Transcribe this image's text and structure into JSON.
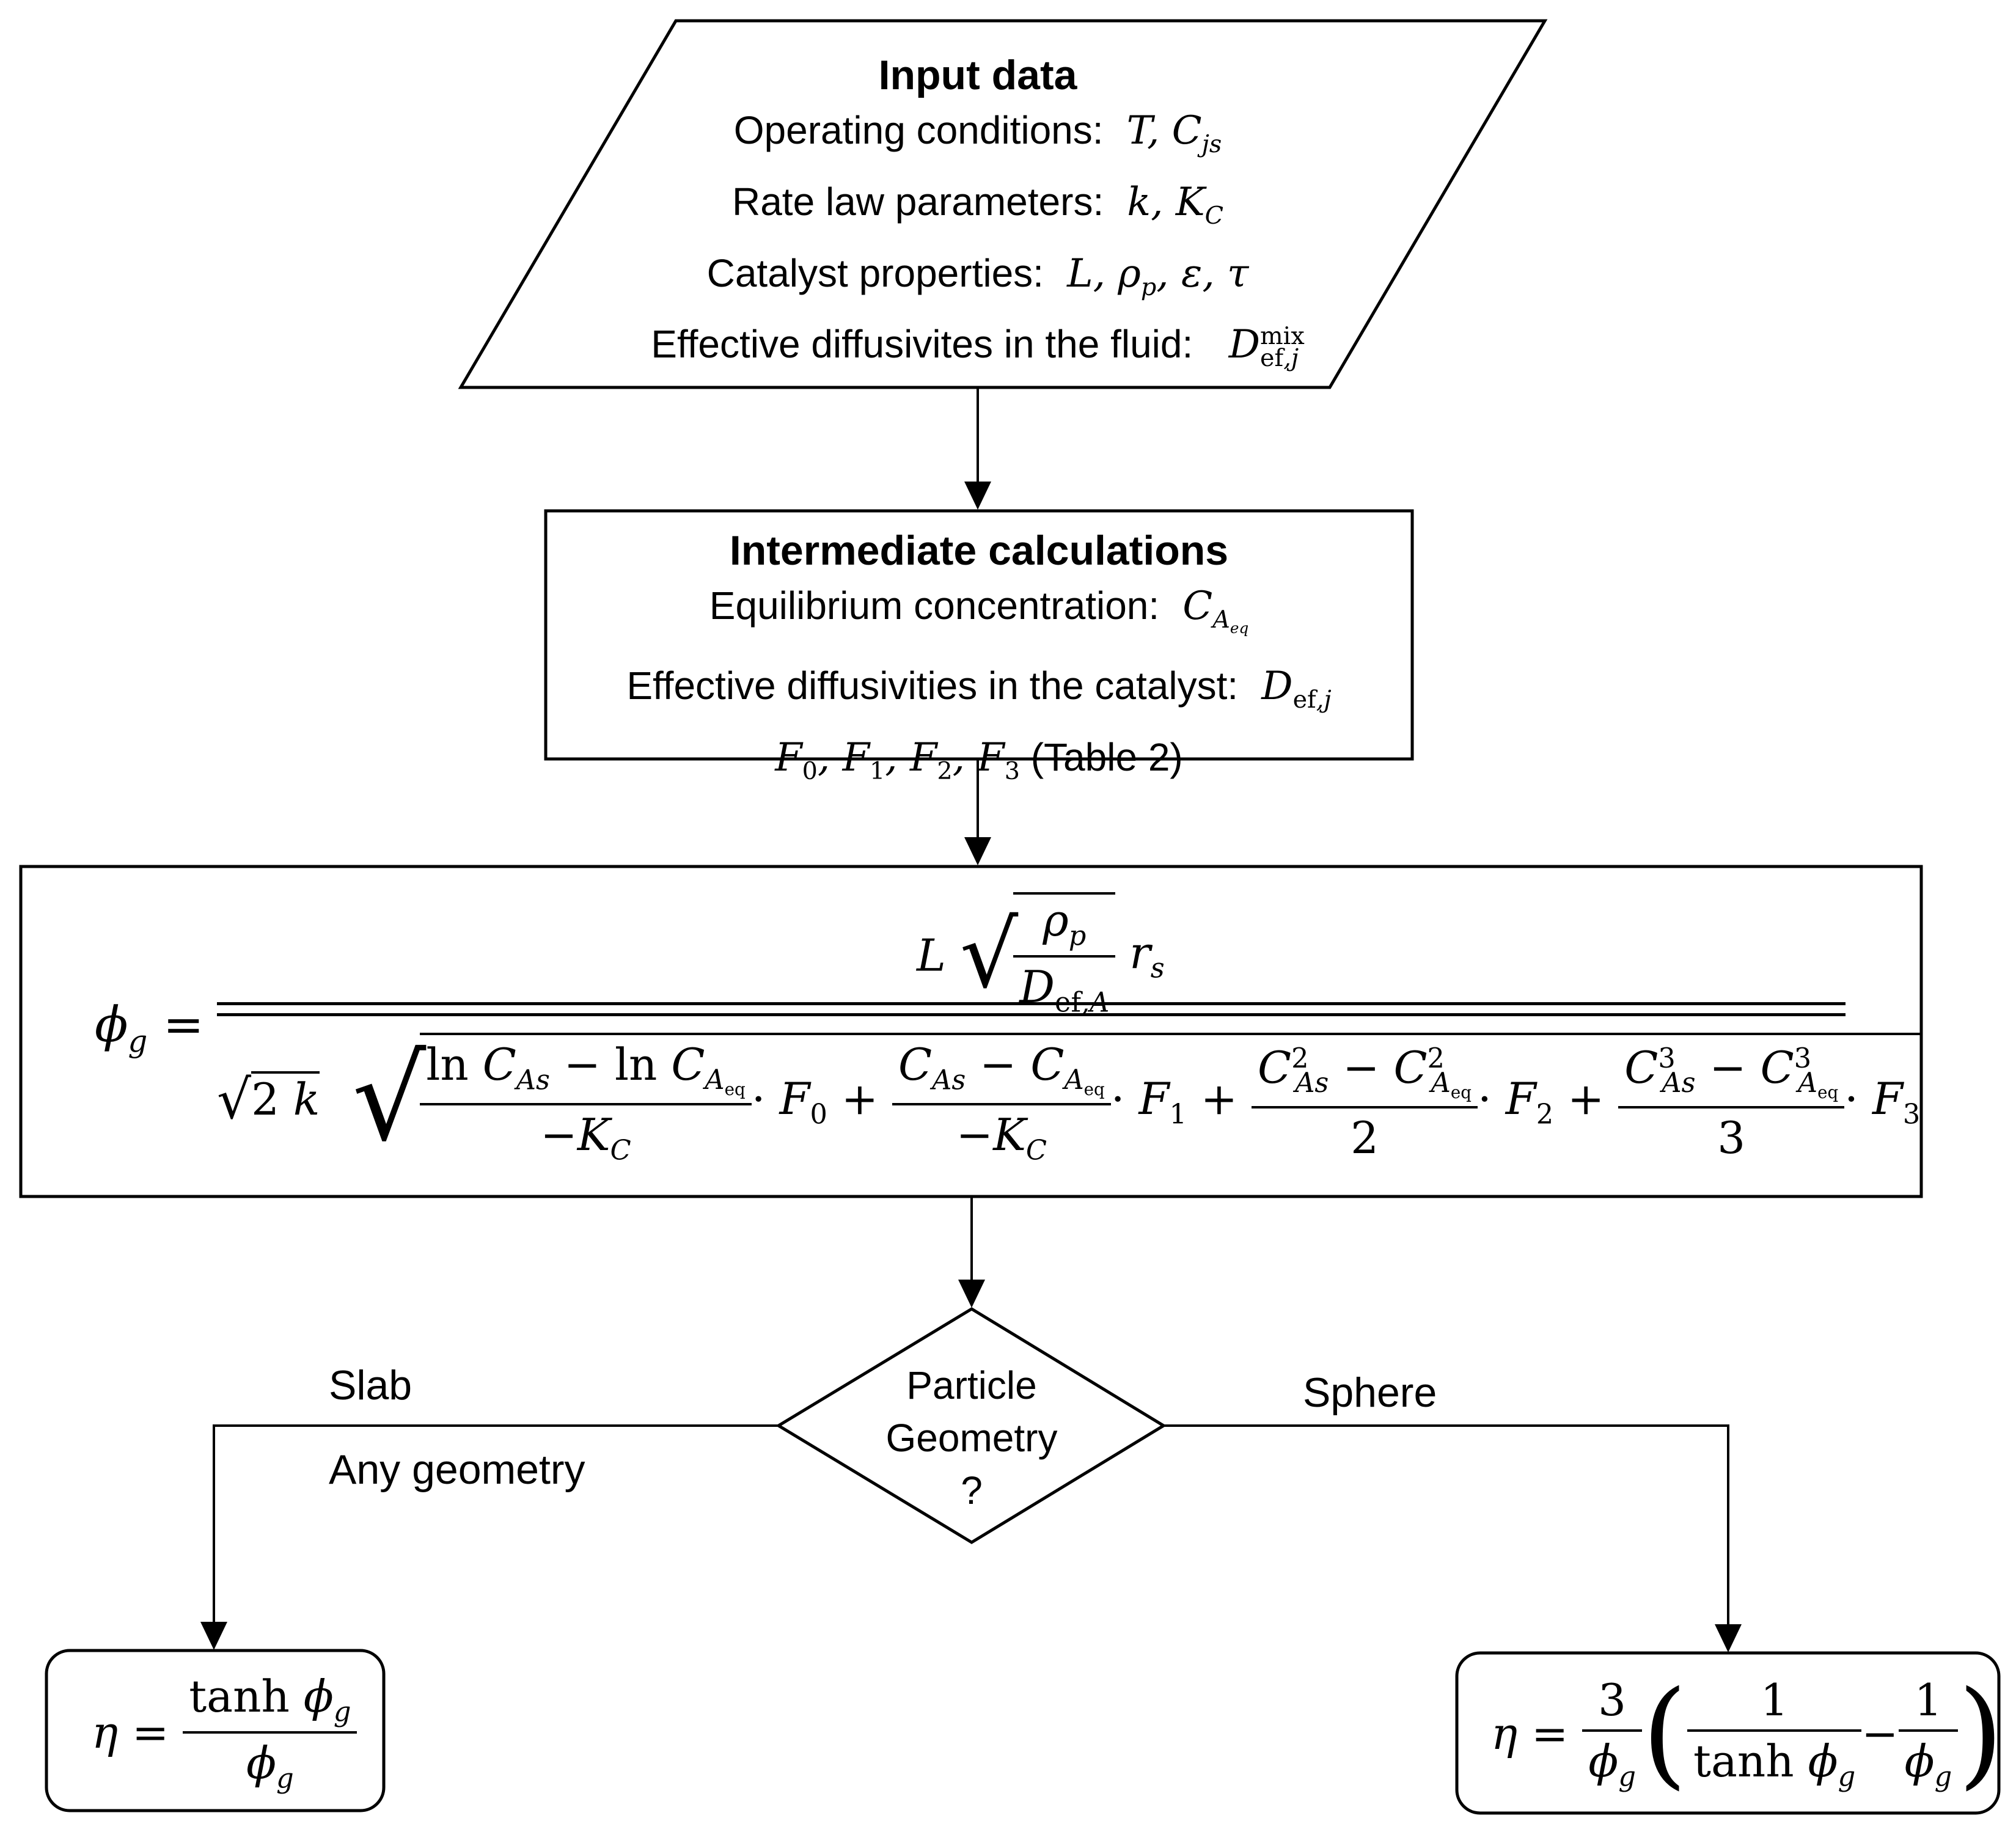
{
  "input": {
    "title": "Input data",
    "line1_label": "Operating conditions:",
    "line1_vars": "T, C_js",
    "line2_label": "Rate law parameters:",
    "line2_vars": "k, K_C",
    "line3_label": "Catalyst properties:",
    "line3_vars": "L, ρ_p, ε, τ",
    "line4_label": "Effective diffusivites in the fluid:",
    "line4_vars": "D_ef,j^mix"
  },
  "intermediate": {
    "title": "Intermediate calculations",
    "line1_label": "Equilibrium concentration:",
    "line1_vars": "C_A_eq",
    "line2_label": "Effective diffusivities in the catalyst:",
    "line2_vars": "D_ef,j",
    "line3_vars": "F0, F1, F2, F3",
    "line3_text": "(Table 2)"
  },
  "equation": {
    "lhs": "φ_g =",
    "formula": "φ_g = L·sqrt(ρ_p/D_ef,A)·r_s / ( sqrt(2k) · sqrt( (ln C_As − ln C_Aeq)/(−K_C)·F0 + (C_As − C_Aeq)/(−K_C)·F1 + (C_As² − C_Aeq²)/2·F2 + (C_As³ − C_Aeq³)/3·F3 ) )"
  },
  "decision": {
    "line1": "Particle",
    "line2": "Geometry",
    "line3": "?"
  },
  "branches": {
    "left_label": "Slab",
    "left_sublabel": "Any geometry",
    "right_label": "Sphere"
  },
  "outputs": {
    "slab": "η = tanh φ_g / φ_g",
    "sphere": "η = 3/φ_g · (1/tanh φ_g − 1/φ_g)"
  }
}
